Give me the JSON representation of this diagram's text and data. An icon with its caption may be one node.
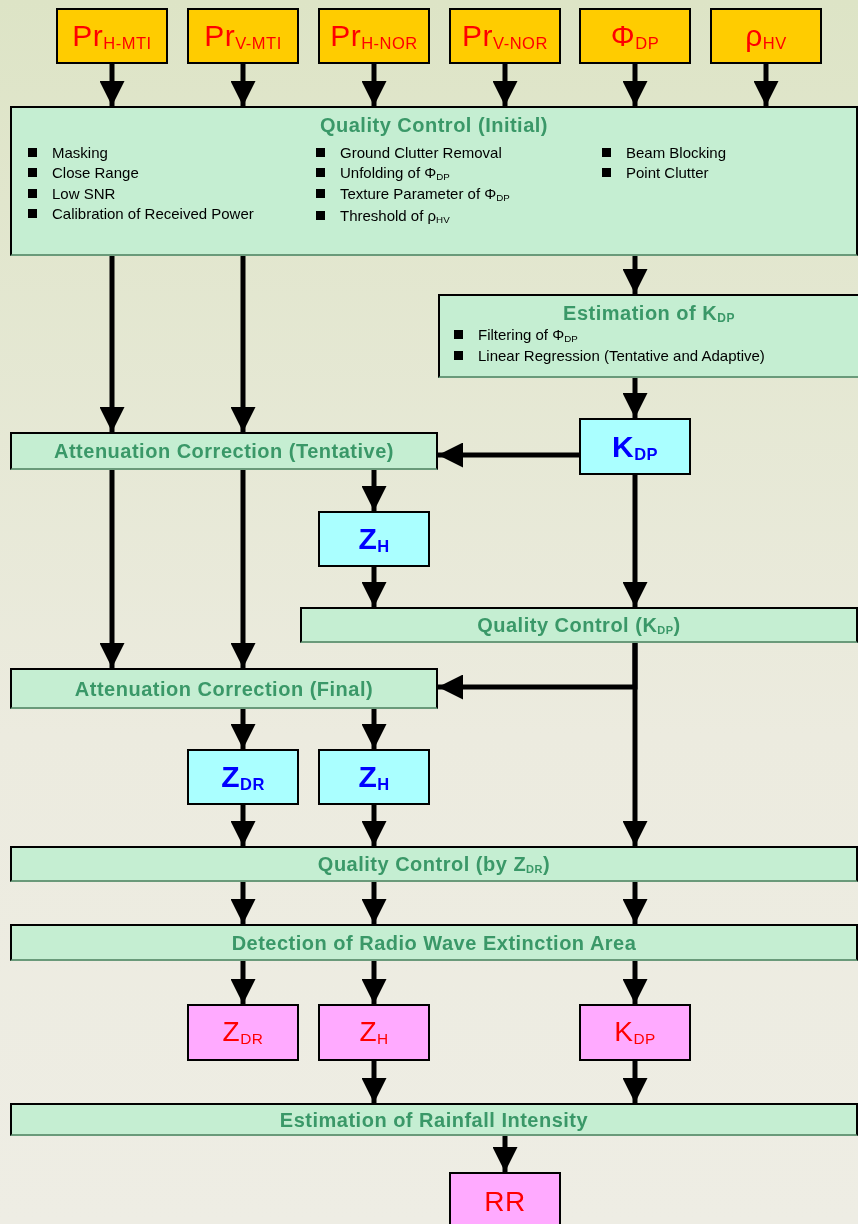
{
  "diagram": {
    "nodes": [
      {
        "text": [
          "Pr$_{H-MTI}$"
        ]
      },
      {
        "text": [
          "Pr$_{V-MTI}$"
        ]
      },
      {
        "text": [
          "Pr$_{H-NOR}$"
        ]
      },
      {
        "text": [
          "Pr$_{V-NOR}$"
        ]
      },
      {
        "text": [
          "Φ$_{DP}$"
        ]
      },
      {
        "text": [
          "ρ$_{HV}$"
        ]
      },
      {
        "text": [
          "Quality Control (Initial)",
          "Masking",
          "Close Range",
          "Low SNR",
          "Calibration of Received Power",
          "Ground Clutter Removal",
          "Unfolding of Φ$_{DP}$",
          "Texture Parameter of Φ$_{DP}$",
          "Threshold of ρ$_{HV}$",
          "Beam Blocking",
          "Point Clutter"
        ]
      },
      {
        "text": [
          "Estimation of K$_{DP}$",
          "Filtering of Φ$_{DP}$",
          "Linear Regression (Tentative and Adaptive)"
        ]
      },
      {
        "text": [
          "K$_{DP}$"
        ]
      },
      {
        "text": [
          "Attenuation Correction (Tentative)"
        ]
      },
      {
        "text": [
          "Z$_{H}$"
        ]
      },
      {
        "text": [
          "Quality Control (K$_{DP}$)"
        ]
      },
      {
        "text": [
          "Attenuation Correction (Final)"
        ]
      },
      {
        "text": [
          "Z$_{DR}$"
        ]
      },
      {
        "text": [
          "Z$_{H}$"
        ]
      },
      {
        "text": [
          "Quality Control (by Z$_{DR}$)"
        ]
      },
      {
        "text": [
          "Detection of Radio Wave Extinction Area"
        ]
      },
      {
        "text": [
          "Z$_{DR}$"
        ]
      },
      {
        "text": [
          "Z$_{H}$"
        ]
      },
      {
        "text": [
          "K$_{DP}$"
        ]
      },
      {
        "text": [
          "Estimation of Rainfall Intensity"
        ]
      },
      {
        "text": [
          "RR"
        ]
      }
    ],
    "edges": [
      {
        "from": 0,
        "to": 6,
        "arrow": "to"
      },
      {
        "from": 1,
        "to": 6,
        "arrow": "to"
      },
      {
        "from": 2,
        "to": 6,
        "arrow": "to"
      },
      {
        "from": 3,
        "to": 6,
        "arrow": "to"
      },
      {
        "from": 4,
        "to": 6,
        "arrow": "to"
      },
      {
        "from": 5,
        "to": 6,
        "arrow": "to"
      },
      {
        "from": 6,
        "to": 9,
        "arrow": "to"
      },
      {
        "from": 6,
        "to": 9,
        "arrow": "to"
      },
      {
        "from": 6,
        "to": 7,
        "arrow": "to"
      },
      {
        "from": 7,
        "to": 8,
        "arrow": "to"
      },
      {
        "from": 8,
        "to": 9,
        "arrow": "to"
      },
      {
        "from": 9,
        "to": 10,
        "arrow": "to"
      },
      {
        "from": 9,
        "to": 12,
        "arrow": "to"
      },
      {
        "from": 9,
        "to": 12,
        "arrow": "to"
      },
      {
        "from": 8,
        "to": 11,
        "arrow": "to"
      },
      {
        "from": 10,
        "to": 11,
        "arrow": "to"
      },
      {
        "from": 11,
        "to": 12,
        "arrow": "to"
      },
      {
        "from": 11,
        "to": 15,
        "arrow": "to"
      },
      {
        "from": 12,
        "to": 13,
        "arrow": "to"
      },
      {
        "from": 12,
        "to": 14,
        "arrow": "to"
      },
      {
        "from": 13,
        "to": 15,
        "arrow": "to"
      },
      {
        "from": 14,
        "to": 15,
        "arrow": "to"
      },
      {
        "from": 15,
        "to": 16,
        "arrow": "to"
      },
      {
        "from": 15,
        "to": 16,
        "arrow": "to"
      },
      {
        "from": 15,
        "to": 16,
        "arrow": "to"
      },
      {
        "from": 16,
        "to": 17,
        "arrow": "to"
      },
      {
        "from": 16,
        "to": 18,
        "arrow": "to"
      },
      {
        "from": 16,
        "to": 19,
        "arrow": "to"
      },
      {
        "from": 18,
        "to": 20,
        "arrow": "to"
      },
      {
        "from": 19,
        "to": 20,
        "arrow": "to"
      },
      {
        "from": 20,
        "to": 21,
        "arrow": "to"
      }
    ]
  }
}
